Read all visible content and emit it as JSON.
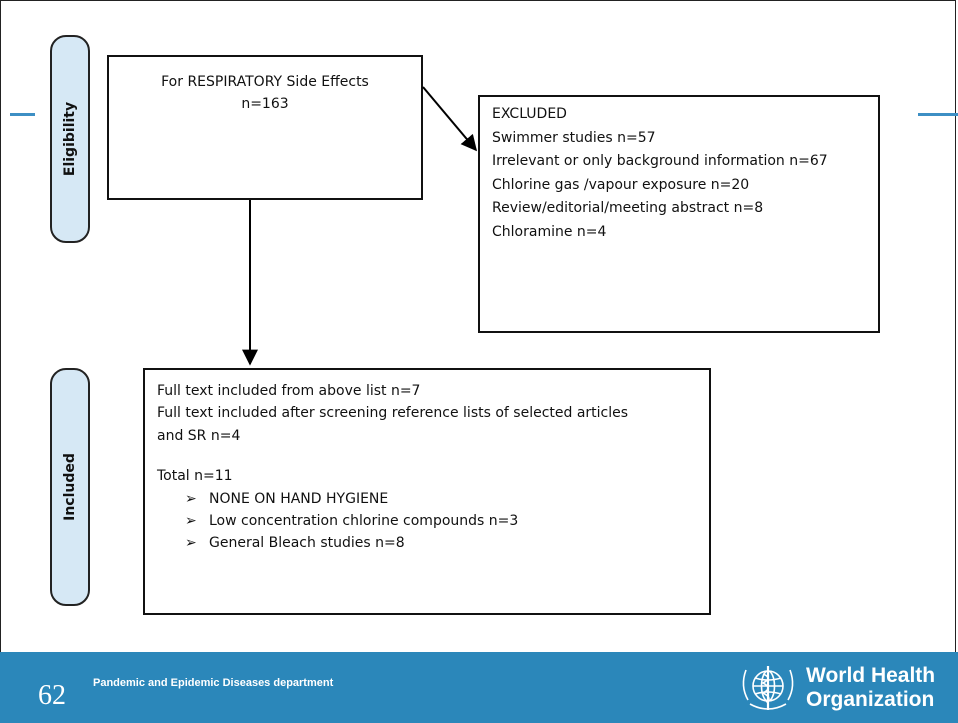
{
  "stages": {
    "eligibility": "Eligibility",
    "included": "Included"
  },
  "boxes": {
    "respiratory": {
      "title": "For RESPIRATORY Side Effects",
      "count": "n=163"
    },
    "excluded": {
      "heading": "EXCLUDED",
      "items": [
        "Swimmer studies n=57",
        "Irrelevant or only background information n=67",
        "Chlorine gas /vapour exposure n=20",
        "Review/editorial/meeting abstract n=8",
        "Chloramine n=4"
      ]
    },
    "included": {
      "lines": [
        "Full text included from above list n=7",
        "Full text included after screening reference lists of selected articles",
        "and SR  n=4"
      ],
      "total": "Total n=11",
      "bullets": [
        "NONE ON HAND HYGIENE",
        "Low concentration chlorine compounds n=3",
        "General Bleach studies n=8"
      ],
      "bullet_glyph": "➢"
    }
  },
  "footer": {
    "page_number": "62",
    "department": "Pandemic and Epidemic Diseases department",
    "org_line1": "World Health",
    "org_line2": "Organization"
  },
  "colors": {
    "footer_bg": "#2b87ba",
    "stage_fill": "#d6e8f5",
    "accent_line": "#3d8fc4"
  }
}
